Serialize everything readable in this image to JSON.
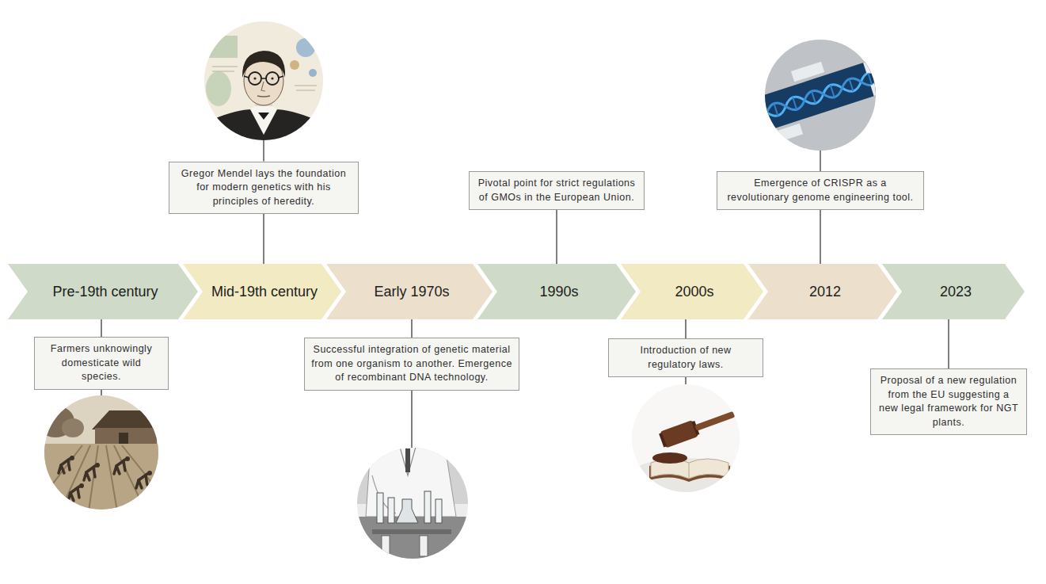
{
  "diagram": {
    "nodes": [
      {
        "text": [
          "Pre-19th century"
        ]
      },
      {
        "text": [
          "Farmers unknowingly domesticate wild species."
        ]
      },
      {
        "text": [
          "Mid-19th century"
        ]
      },
      {
        "text": [
          "Gregor Mendel lays the foundation for modern genetics with his principles of heredity."
        ]
      },
      {
        "text": [
          "Early 1970s"
        ]
      },
      {
        "text": [
          "Successful integration of genetic material from one organism to another. Emergence of recombinant DNA technology."
        ]
      },
      {
        "text": [
          "1990s"
        ]
      },
      {
        "text": [
          "Pivotal point for strict regulations of GMOs in the European Union."
        ]
      },
      {
        "text": [
          "2000s"
        ]
      },
      {
        "text": [
          "Introduction of new regulatory laws."
        ]
      },
      {
        "text": [
          "2012"
        ]
      },
      {
        "text": [
          "Emergence of CRISPR as a revolutionary genome engineering tool."
        ]
      },
      {
        "text": [
          "2023"
        ]
      },
      {
        "text": [
          "Proposal of a new regulation from the EU suggesting a new legal framework for NGT plants."
        ]
      }
    ],
    "edges": [
      {
        "from": 0,
        "to": 1,
        "arrow": "none"
      },
      {
        "from": 2,
        "to": 3,
        "arrow": "none"
      },
      {
        "from": 4,
        "to": 5,
        "arrow": "none"
      },
      {
        "from": 6,
        "to": 7,
        "arrow": "none"
      },
      {
        "from": 8,
        "to": 9,
        "arrow": "none"
      },
      {
        "from": 10,
        "to": 11,
        "arrow": "none"
      },
      {
        "from": 12,
        "to": 13,
        "arrow": "none"
      }
    ]
  }
}
